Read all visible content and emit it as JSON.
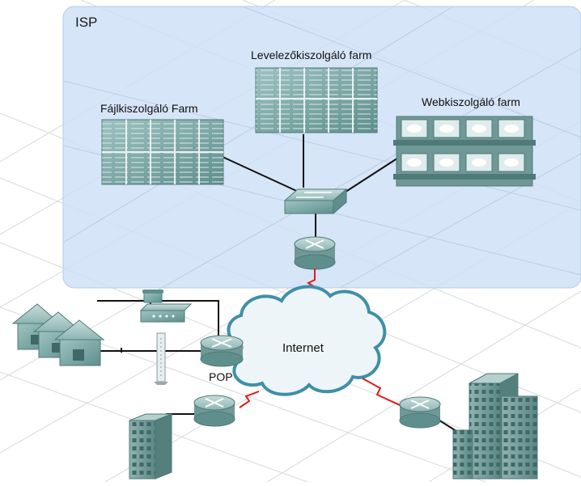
{
  "diagram": {
    "isp_label": "ISP",
    "mail_farm": "Levelezőkiszolgáló farm",
    "file_farm": "Fájlkiszolgáló Farm",
    "web_farm": "Webkiszolgáló farm",
    "internet": "Internet",
    "pop": "POP"
  },
  "colors": {
    "isp_region": "#cfe0f7",
    "device_teal": "#7fa8a6",
    "link_black": "#111111",
    "wan_link_red": "#e11a1a",
    "cloud_fill": "#eef5f9",
    "cloud_stroke": "#3f8fa8"
  }
}
